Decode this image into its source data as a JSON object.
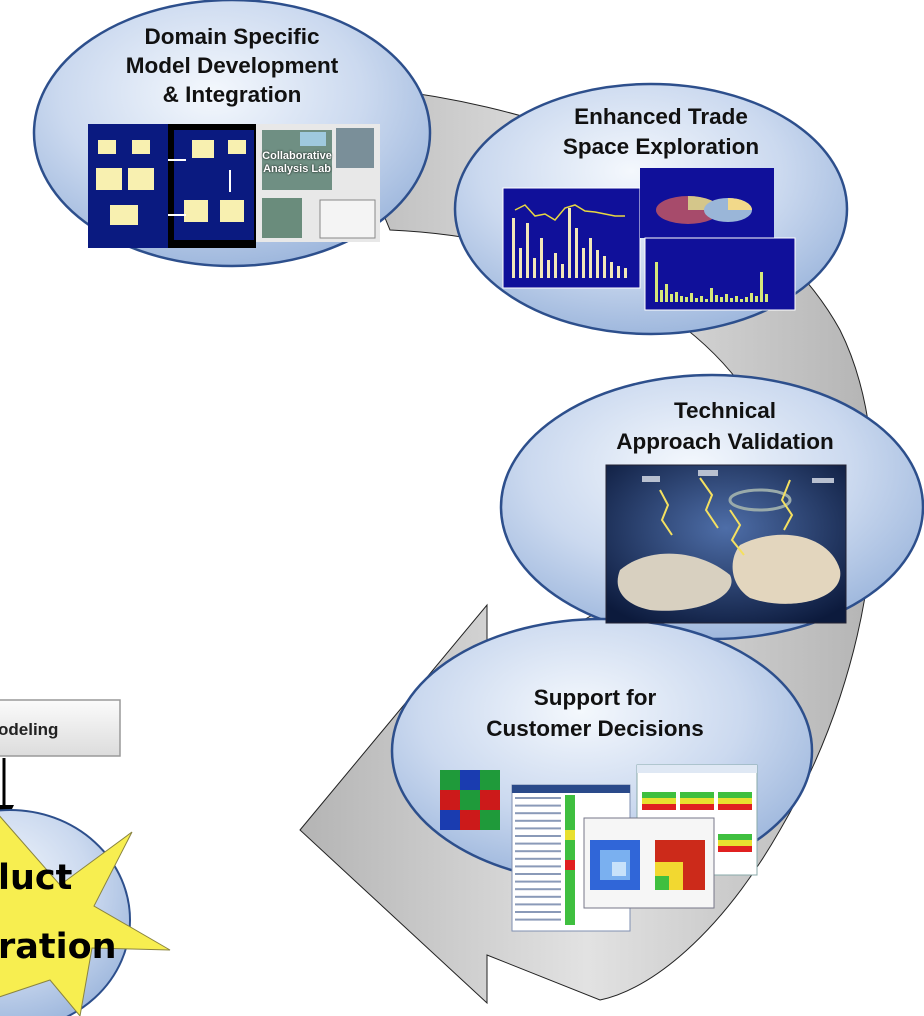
{
  "stages": [
    {
      "id": "s1",
      "lines": [
        "Domain Specific",
        "Model Development",
        "& Integration"
      ],
      "caption": [
        "Collaborative",
        "Analysis Lab"
      ]
    },
    {
      "id": "s2",
      "lines": [
        "Enhanced Trade",
        "Space Exploration"
      ]
    },
    {
      "id": "s3",
      "lines": [
        "Technical",
        "Approach Validation"
      ]
    },
    {
      "id": "s4",
      "lines": [
        "Support for",
        "Customer Decisions"
      ]
    }
  ],
  "left_box": {
    "label": "odeling"
  },
  "star": {
    "lines": [
      "luct",
      "ration"
    ]
  },
  "colors": {
    "ellipse_fill_light": "#e4ecf8",
    "ellipse_fill_dark": "#9bb4dc",
    "ellipse_stroke": "#2d4f8c",
    "arrow_fill": "#c6c6c6",
    "star_fill": "#f7ee50",
    "chart_bg": "#10109a",
    "bar_color": "#f2e8b8"
  }
}
